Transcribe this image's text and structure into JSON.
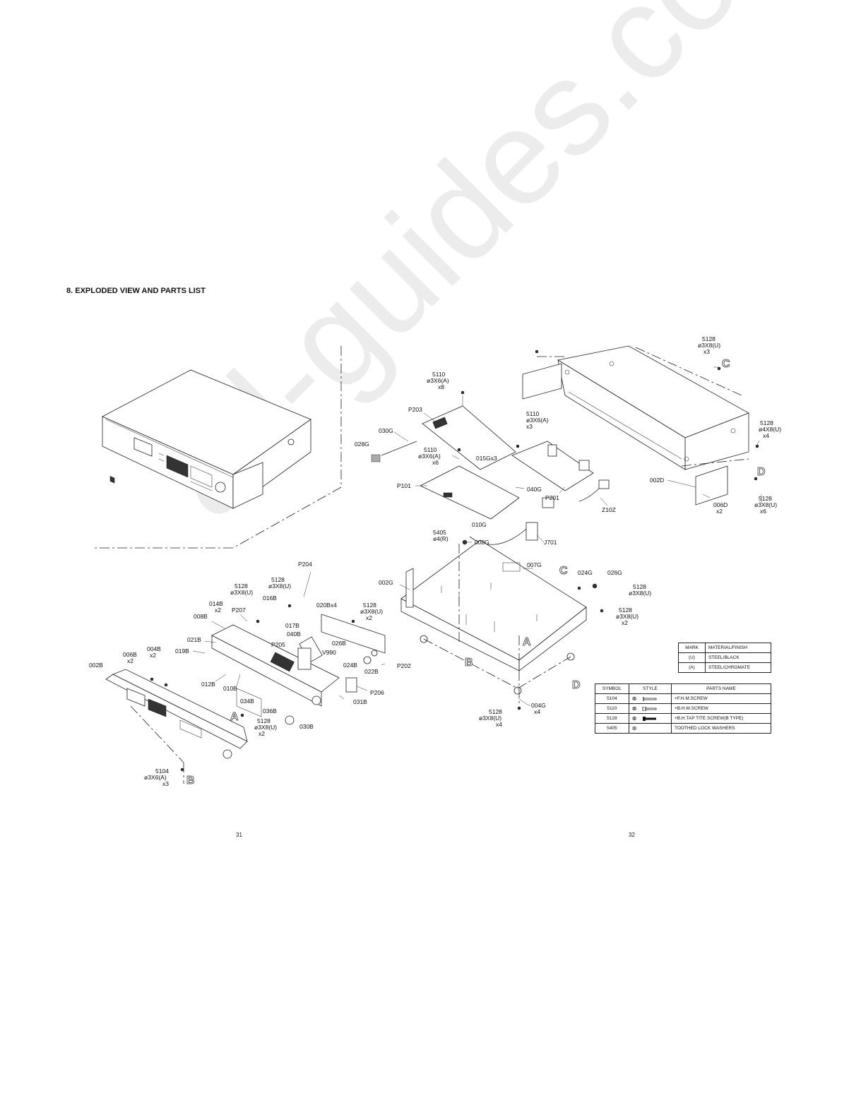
{
  "page": {
    "title": "8. EXPLODED VIEW AND PARTS LIST",
    "page_left": "31",
    "page_right": "32",
    "watermark": "all-guides.com"
  },
  "material_table": {
    "headers": [
      "MARK",
      "MATERIAL/FINISH"
    ],
    "rows": [
      [
        "(U)",
        "STEEL/BLACK"
      ],
      [
        "(A)",
        "STEEL/CHROMATE"
      ]
    ]
  },
  "parts_table": {
    "headers": [
      "SYMBOL",
      "STYLE",
      "PARTS NAME"
    ],
    "rows": [
      {
        "symbol": "5104",
        "style_icon": "flat-head-screw-icon",
        "name": "+F.H.M.SCREW"
      },
      {
        "symbol": "5110",
        "style_icon": "binding-head-screw-icon",
        "name": "+B.H.M.SCREW"
      },
      {
        "symbol": "5128",
        "style_icon": "tap-tite-screw-icon",
        "name": "+B.H.TAP TITE SCREW(B TYPE)"
      },
      {
        "symbol": "5405",
        "style_icon": "lock-washer-icon",
        "name": "TOOTHED LOCK WASHERS"
      }
    ]
  },
  "callouts": {
    "c5128_top": [
      "5128",
      "ø3X8(U)",
      "x3"
    ],
    "c5110_top": [
      "5110",
      "ø3X6(A)",
      "x8"
    ],
    "c5110_mid": [
      "5110",
      "ø3X6(A)",
      "x3"
    ],
    "c5128_right": [
      "5128",
      "ø4X8(U)",
      "x4"
    ],
    "c5110_low": [
      "5110",
      "ø3X6(A)",
      "x6"
    ],
    "c5128_d": [
      "5128",
      "ø3X8(U)",
      "x6"
    ],
    "c006D": [
      "006D",
      "x2"
    ],
    "c5405": [
      "5405",
      "ø4(R)"
    ],
    "c5128_chassis1": [
      "5128",
      "ø3X8(U)"
    ],
    "c5128_chassis2": [
      "5128",
      "ø3X8(U)",
      "x2"
    ],
    "c004G": [
      "004G",
      "x4"
    ],
    "c5128_bottom": [
      "5128",
      "ø3X8(U)",
      "x4"
    ],
    "c5128_front1": [
      "5128",
      "ø3X8(U)"
    ],
    "c5128_front2": [
      "5128",
      "ø3X8(U)"
    ],
    "c5128_front3": [
      "5128",
      "ø3X8(U)",
      "x2"
    ],
    "c014B": [
      "014B",
      "x2"
    ],
    "c004B": [
      "004B",
      "x2"
    ],
    "c006B": [
      "006B",
      "x2"
    ],
    "c5128_a": [
      "5128",
      "ø3X8(U)",
      "x2"
    ],
    "c5104": [
      "5104",
      "ø3X6(A)",
      "x3"
    ]
  },
  "labels": {
    "P203": "P203",
    "030G": "030G",
    "028G": "028G",
    "015Gx3": "015Gx3",
    "P101": "P101",
    "040G": "040G",
    "P201": "P201",
    "Z10Z": "Z10Z",
    "002D": "002D",
    "010G": "010G",
    "008G": "008G",
    "J701": "J701",
    "007G": "007G",
    "024G": "024G",
    "026G": "026G",
    "002G": "002G",
    "P204": "P204",
    "016B": "016B",
    "020Bx4": "020Bx4",
    "008B": "008B",
    "P207": "P207",
    "017B": "017B",
    "040B": "040B",
    "021B": "021B",
    "P205": "P205",
    "026B": "026B",
    "019B": "019B",
    "V990": "V990",
    "024B": "024B",
    "P202": "P202",
    "002B": "002B",
    "012B": "012B",
    "010B": "010B",
    "022B": "022B",
    "P206": "P206",
    "034B": "034B",
    "031B": "031B",
    "036B": "036B",
    "030B": "030B",
    "A": "A",
    "B": "B",
    "C": "C",
    "D": "D"
  }
}
